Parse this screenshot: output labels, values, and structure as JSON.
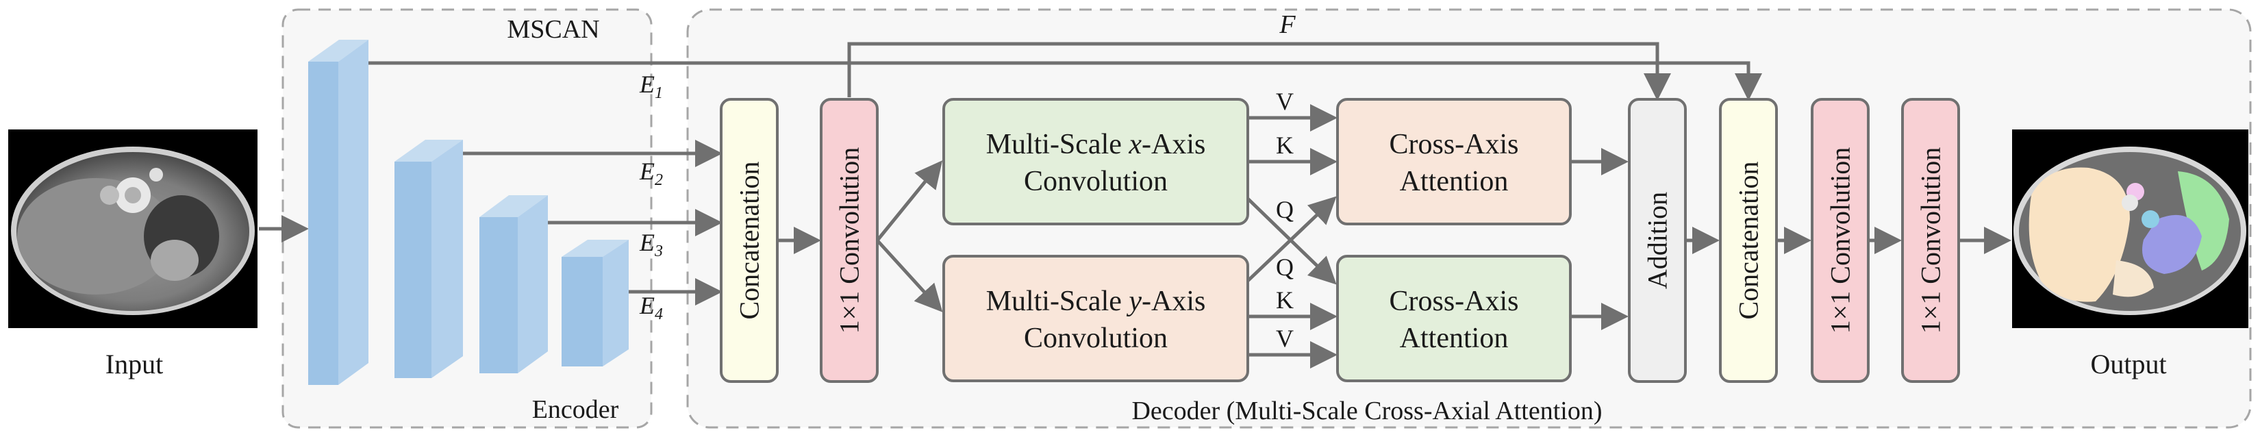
{
  "input": {
    "caption": "Input"
  },
  "output": {
    "caption": "Output"
  },
  "encoder": {
    "group_title": "MSCAN",
    "caption": "Encoder",
    "features": [
      {
        "letter": "E",
        "sub": "1"
      },
      {
        "letter": "E",
        "sub": "2"
      },
      {
        "letter": "E",
        "sub": "3"
      },
      {
        "letter": "E",
        "sub": "4"
      }
    ]
  },
  "decoder": {
    "caption": "Decoder (Multi-Scale Cross-Axial Attention)",
    "skip_label": "F",
    "blocks": {
      "concat1": "Concatenation",
      "conv1x1": "1×1 Convolution",
      "msx_line1_pre": "Multi-Scale ",
      "msx_line1_var": "x",
      "msx_line1_post": "-Axis",
      "msx_line2": "Convolution",
      "msy_line1_pre": "Multi-Scale ",
      "msy_line1_var": "y",
      "msy_line1_post": "-Axis",
      "msy_line2": "Convolution",
      "attn_top_line1": "Cross-Axis",
      "attn_top_line2": "Attention",
      "attn_bot_line1": "Cross-Axis",
      "attn_bot_line2": "Attention",
      "addition": "Addition",
      "concat2": "Concatenation",
      "conv_a": "1×1 Convolution",
      "conv_b": "1×1 Convolution"
    },
    "qkv": {
      "top_v": "V",
      "top_k": "K",
      "top_q": "Q",
      "bot_q": "Q",
      "bot_k": "K",
      "bot_v": "V"
    }
  },
  "colors": {
    "encoder_face": "#9dc3e6",
    "encoder_side": "#c5dcf0",
    "concat_fill": "#fdfde8",
    "conv_fill": "#f8d0d4",
    "xaxis_fill": "#e3efdb",
    "yaxis_fill": "#f9e6da",
    "attn_top_fill": "#f9e6da",
    "attn_bot_fill": "#e3efdb",
    "addition_fill": "#efefef",
    "arrow": "#707070",
    "dashed_border": "#a6a6a6"
  }
}
